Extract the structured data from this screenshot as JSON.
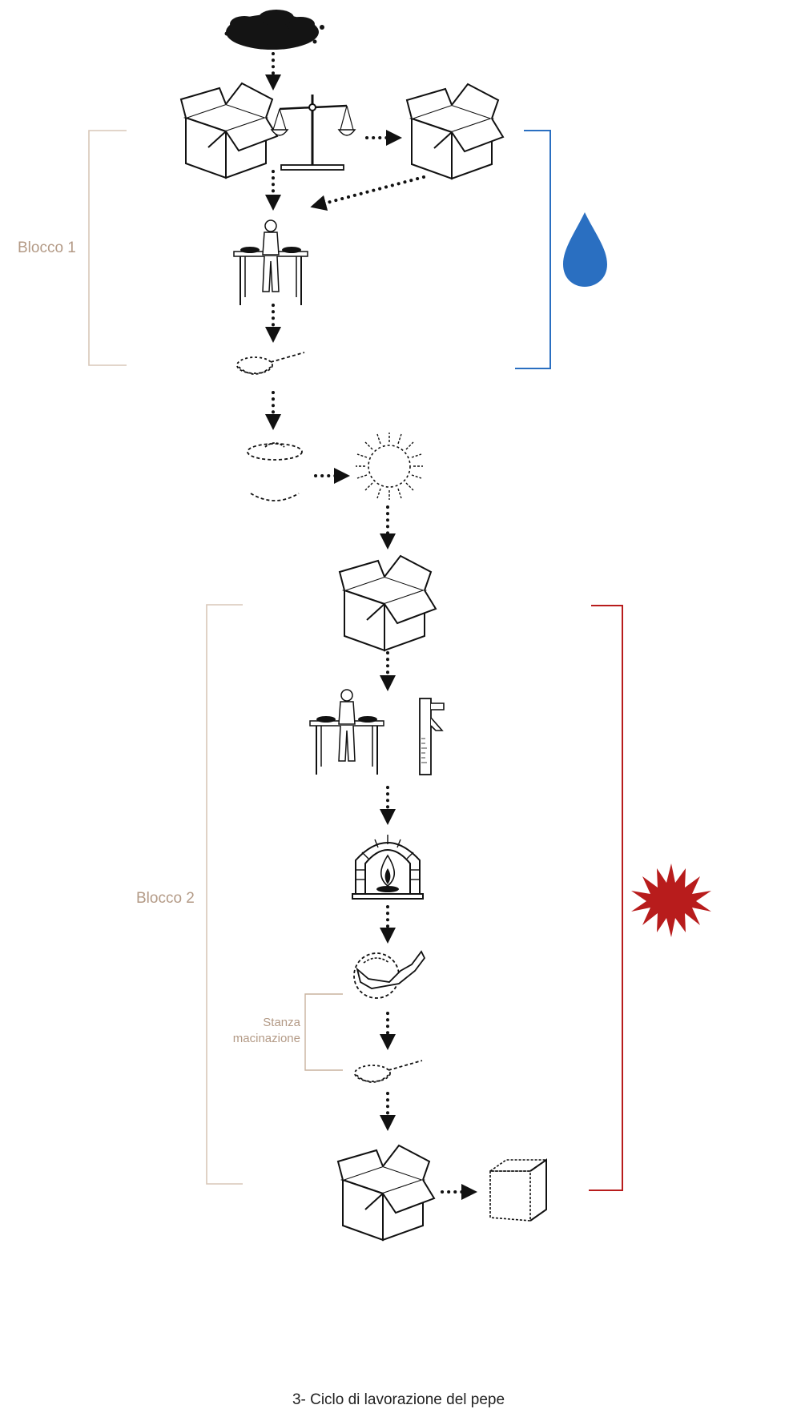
{
  "labels": {
    "block1": "Blocco 1",
    "block2": "Blocco 2",
    "grinding_room_line1": "Stanza",
    "grinding_room_line2": "macinazione"
  },
  "caption": "3- Ciclo di lavorazione del pepe",
  "colors": {
    "bracket_tan": "#d8c7b8",
    "water_blue": "#2a6fc1",
    "heat_red": "#b81c1c",
    "label_tan": "#b39a86",
    "ink": "#111111"
  },
  "icons": [
    "peppercorn-pile-icon",
    "box-icon",
    "balance-scale-icon",
    "box-icon",
    "worker-table-icon",
    "sieve-icon",
    "pot-icon",
    "sun-icon",
    "box-icon",
    "worker-table-icon",
    "caliper-icon",
    "oven-fire-icon",
    "mortar-pestle-icon",
    "sieve-icon",
    "box-icon",
    "package-cube-icon",
    "water-drop-icon",
    "heat-burst-icon"
  ]
}
